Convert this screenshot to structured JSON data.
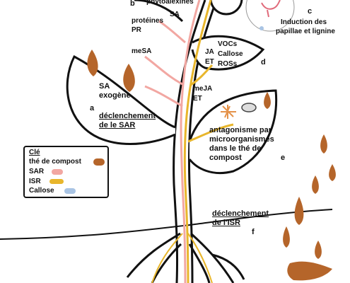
{
  "labels": {
    "a": "a",
    "b": "b",
    "c": "c",
    "d": "d",
    "e": "e",
    "f": "f",
    "phytoalexines": "phytoalexines",
    "sa_top": "SA",
    "proteines": "protéines",
    "pr": "PR",
    "mesa": "meSA",
    "ja": "JA",
    "et_top": "ET",
    "vocs": "VOCs",
    "callose": "Callose",
    "rosss": "ROSs",
    "sa_exogene_1": "SA",
    "sa_exogene_2": "exogène",
    "mejA": "meJA",
    "et_mid": "ET",
    "declenchement_sar_1": "déclenchement",
    "declenchement_sar_2": "de le SAR",
    "induction_1": "Induction des",
    "induction_2": "papillae et lignine",
    "antagonisme_1": "antagonisme par",
    "antagonisme_2": "microorganismes",
    "antagonisme_3": "dans le thé de",
    "antagonisme_4": "compost",
    "declenchement_isr_1": "déclenchement",
    "declenchement_isr_2": "de l'ISR"
  },
  "legend": {
    "title": "Clé",
    "items": [
      {
        "label": "thé de compost",
        "color": "#b5652a"
      },
      {
        "label": "SAR",
        "color": "#f2a7a2"
      },
      {
        "label": "ISR",
        "color": "#e8b62c"
      },
      {
        "label": "Callose",
        "color": "#a9c4e4"
      }
    ]
  },
  "colors": {
    "compost": "#b5652a",
    "sar": "#f2a7a2",
    "isr": "#e8b62c",
    "callose": "#a9c4e4",
    "outline": "#111111"
  }
}
